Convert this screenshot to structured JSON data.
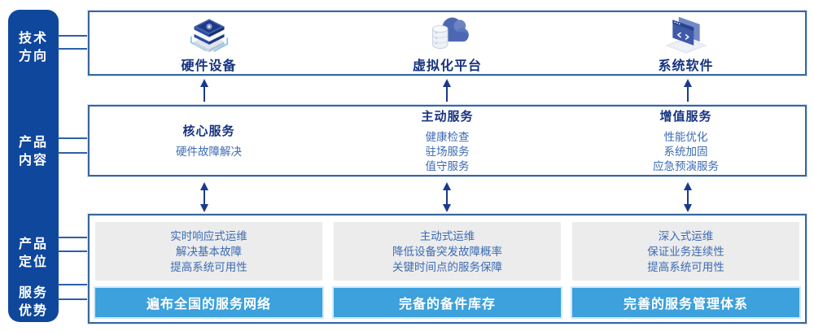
{
  "palette": {
    "sidebar_bg": "#0f479c",
    "panel_border": "#38659f",
    "title_navy": "#16337f",
    "body_blue": "#3c6bb4",
    "bar_blue": "#3ca1dc",
    "gray_panel": "#ececec",
    "arrow_navy": "#1b3a8c"
  },
  "sidebar": {
    "labels": [
      {
        "line1": "技术",
        "line2": "方向"
      },
      {
        "line1": "产品",
        "line2": "内容"
      },
      {
        "line1": "产品",
        "line2": "定位"
      },
      {
        "line1": "服务",
        "line2": "优势"
      }
    ]
  },
  "top_box": {
    "items": [
      {
        "icon": "server-stack-icon",
        "label": "硬件设备"
      },
      {
        "icon": "cloud-database-icon",
        "label": "虚拟化平台"
      },
      {
        "icon": "code-window-icon",
        "label": "系统软件"
      }
    ]
  },
  "middle_box": {
    "columns": [
      {
        "title": "核心服务",
        "items": [
          "硬件故障解决"
        ]
      },
      {
        "title": "主动服务",
        "items": [
          "健康检查",
          "驻场服务",
          "值守服务"
        ]
      },
      {
        "title": "增值服务",
        "items": [
          "性能优化",
          "系统加固",
          "应急预演服务"
        ]
      }
    ]
  },
  "bottom_box": {
    "columns": [
      {
        "lines": [
          "实时响应式运维",
          "解决基本故障",
          "提高系统可用性"
        ],
        "bar": "遍布全国的服务网络"
      },
      {
        "lines": [
          "主动式运维",
          "降低设备突发故障概率",
          "关键时间点的服务保障"
        ],
        "bar": "完备的备件库存"
      },
      {
        "lines": [
          "深入式运维",
          "保证业务连续性",
          "提高系统可用性"
        ],
        "bar": "完善的服务管理体系"
      }
    ]
  }
}
